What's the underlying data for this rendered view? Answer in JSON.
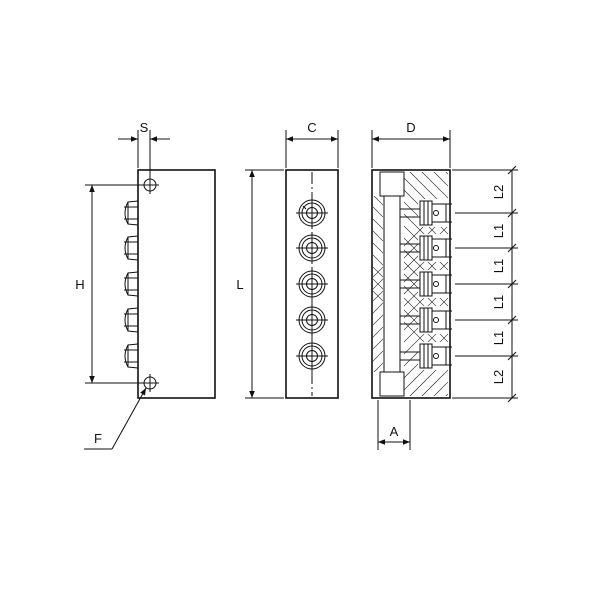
{
  "labels": {
    "S": "S",
    "C": "C",
    "D": "D",
    "H": "H",
    "L": "L",
    "F": "F",
    "A": "A",
    "L2_top": "L2",
    "L1_1": "L1",
    "L1_2": "L1",
    "L1_3": "L1",
    "L1_4": "L1",
    "L2_bottom": "L2"
  },
  "ports_count": 5,
  "colors": {
    "line": "#111111",
    "background": "#ffffff"
  }
}
